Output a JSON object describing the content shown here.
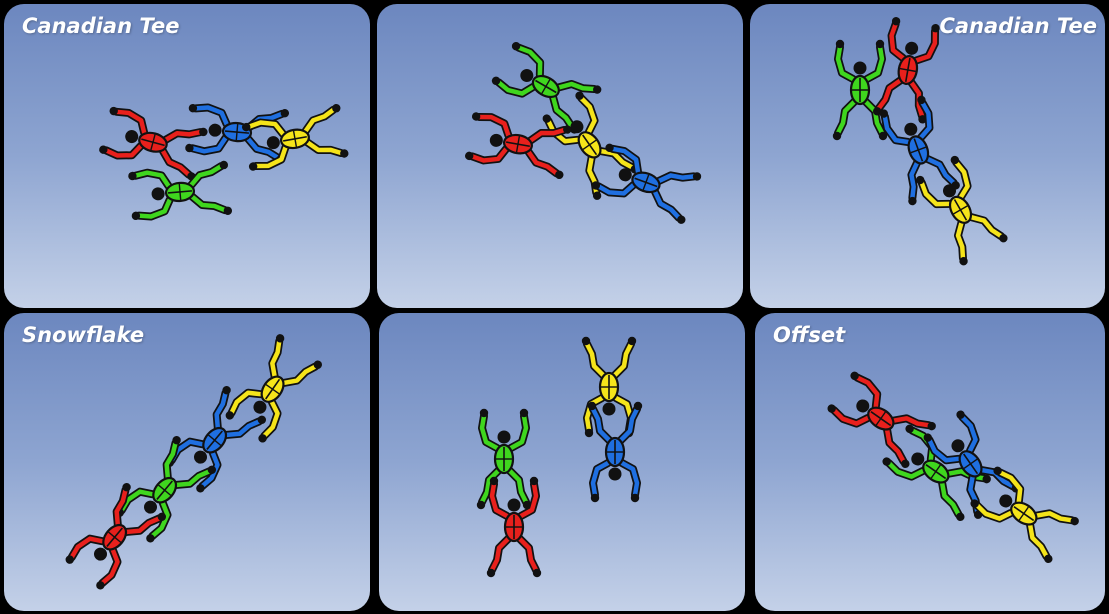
{
  "panels": [
    {
      "title": "Canadian Tee",
      "title_align": "left",
      "jumpers": [
        "red",
        "blue",
        "yellow",
        "green"
      ]
    },
    {
      "title": "",
      "title_align": "left",
      "jumpers": [
        "green",
        "yellow",
        "red",
        "blue"
      ]
    },
    {
      "title": "Canadian Tee",
      "title_align": "right",
      "jumpers": [
        "green",
        "red",
        "blue",
        "yellow"
      ]
    },
    {
      "title": "Snowflake",
      "title_align": "left",
      "jumpers": [
        "yellow",
        "blue",
        "green",
        "red"
      ]
    },
    {
      "title": "",
      "title_align": "left",
      "jumpers": [
        "yellow",
        "blue",
        "green",
        "red"
      ]
    },
    {
      "title": "Offset",
      "title_align": "left",
      "jumpers": [
        "red",
        "green",
        "blue",
        "yellow"
      ]
    }
  ],
  "colors": {
    "red": "#e8201c",
    "blue": "#1f6fe0",
    "yellow": "#f5e41a",
    "green": "#3fd61e",
    "outline": "#111111"
  }
}
